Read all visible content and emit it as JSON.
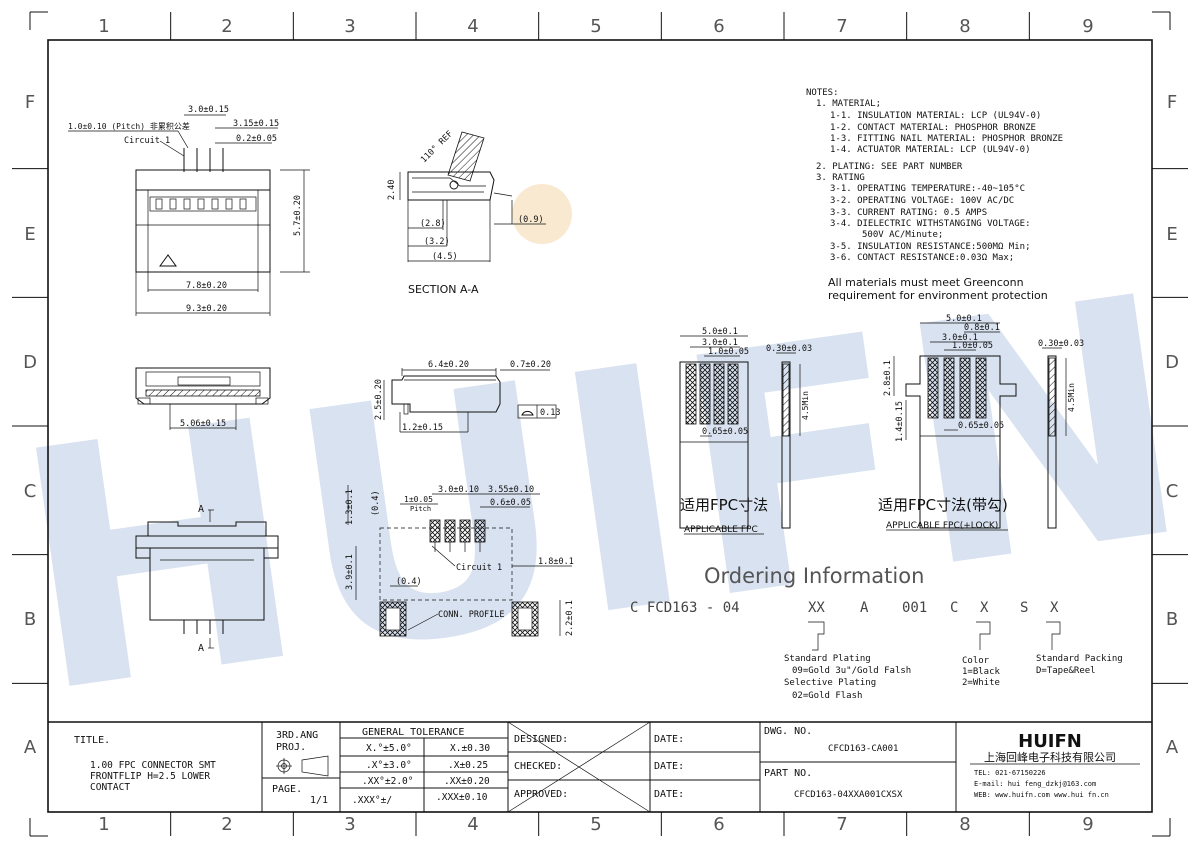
{
  "grid": {
    "columns": [
      "1",
      "2",
      "3",
      "4",
      "5",
      "6",
      "7",
      "8",
      "9"
    ],
    "rows": [
      "F",
      "E",
      "D",
      "C",
      "B",
      "A"
    ]
  },
  "watermark": {
    "text": "HUIFN",
    "color": "#c9d6ea"
  },
  "notes": {
    "heading": "NOTES:",
    "lines": [
      "1. MATERIAL;",
      "1-1. INSULATION MATERIAL: LCP (UL94V-0)",
      "1-2. CONTACT MATERIAL: PHOSPHOR BRONZE",
      "1-3. FITTING NAIL MATERIAL: PHOSPHOR BRONZE",
      "1-4. ACTUATOR MATERIAL: LCP (UL94V-0)",
      "2. PLATING: SEE PART NUMBER",
      "3. RATING",
      "3-1. OPERATING TEMPERATURE:-40~105°C",
      "3-2. OPERATING VOLTAGE: 100V AC/DC",
      "3-3. CURRENT RATING: 0.5 AMPS",
      "3-4. DIELECTRIC WITHSTANGING VOLTAGE:",
      "500V AC/Minute;",
      "3-5. INSULATION RESISTANCE:500MΩ Min;",
      "3-6. CONTACT RESISTANCE:0.03Ω Max;"
    ],
    "green1": "All materials must meet Greenconn",
    "green2": "requirement for environment protection"
  },
  "top_view": {
    "pitch": "1.0±0.10 (Pitch) 非累积公差",
    "d30": "3.0±0.15",
    "d315": "3.15±0.15",
    "d02": "0.2±0.05",
    "circuit1": "Circuit 1",
    "d57": "5.7±0.20",
    "d78": "7.8±0.20",
    "d93": "9.3±0.20"
  },
  "section": {
    "angle": "110° REF",
    "h240": "2.40",
    "d28": "(2.8)",
    "d32": "(3.2)",
    "d45": "(4.5)",
    "d09": "(0.9)",
    "label": "SECTION A-A"
  },
  "front_view": {
    "d506": "5.06±0.15"
  },
  "side_view": {
    "d64": "6.4±0.20",
    "d07": "0.7±0.20",
    "d25": "2.5±0.20",
    "d12": "1.2±0.15",
    "flat": "0.13"
  },
  "pcb": {
    "d13": "1.3±0.1",
    "d04a": "(0.4)",
    "pitch": "1±0.05",
    "pitch_word": "Pitch",
    "d30": "3.0±0.10",
    "d355": "3.55±0.10",
    "d06": "0.6±0.05",
    "d18": "1.8±0.1",
    "d39": "3.9±0.1",
    "d04b": "(0.4)",
    "circuit1": "Circuit 1",
    "profile": "CONN. PROFILE",
    "d22": "2.2±0.1"
  },
  "section_marker": {
    "a_top": "A",
    "a_bottom": "A"
  },
  "fpc1": {
    "d50": "5.0±0.1",
    "d30": "3.0±0.1",
    "d10": "1.0±0.05",
    "d065": "0.65±0.05",
    "d030": "0.30±0.03",
    "d45": "4.5Min",
    "title_cn": "适用FPC寸法",
    "title_en": "APPLICABLE FPC"
  },
  "fpc2": {
    "d50": "5.0±0.1",
    "d08": "0.8±0.1",
    "d30": "3.0±0.1",
    "d10": "1.0±0.05",
    "d28": "2.8±0.1",
    "d14": "1.4±0.15",
    "d065": "0.65±0.05",
    "d030": "0.30±0.03",
    "d45": "4.5Min",
    "title_cn": "适用FPC寸法(带勾)",
    "title_en": "APPLICABLE FPC(+LOCK)"
  },
  "ordering": {
    "title": "Ordering Information",
    "code": [
      "C FCD163 - 04",
      "XX",
      "A",
      "001",
      "C",
      "X",
      "S",
      "X"
    ],
    "plating": [
      "Standard Plating",
      "09=Gold 3u\"/Gold Falsh",
      "Selective Plating",
      "02=Gold Flash"
    ],
    "color": [
      "Color",
      "1=Black",
      "2=White"
    ],
    "packing": [
      "Standard Packing",
      "D=Tape&Reel"
    ]
  },
  "titleblock": {
    "title_label": "TITLE.",
    "title": [
      "1.00 FPC CONNECTOR SMT",
      "FRONTFLIP H=2.5 LOWER",
      "CONTACT"
    ],
    "proj": [
      "3RD.ANG",
      "PROJ."
    ],
    "page_label": "PAGE.",
    "page": "1/1",
    "tol_title": "GENERAL TOLERANCE",
    "tol": [
      [
        "X.°±5.0°",
        "X.±0.30"
      ],
      [
        ".X°±3.0°",
        ".X±0.25"
      ],
      [
        ".XX°±2.0°",
        ".XX±0.20"
      ],
      [
        ".XXX°±/",
        ".XXX±0.10"
      ]
    ],
    "designed": "DESIGNED:",
    "checked": "CHECKED:",
    "approved": "APPROVED:",
    "date": "DATE:",
    "dwg_label": "DWG. NO.",
    "dwg": "CFCD163-CA001",
    "part_label": "PART NO.",
    "part": "CFCD163-04XXA001CXSX",
    "company_logo": "HUIFN",
    "company": "上海回峰电子科技有限公司",
    "tel": "TEL: 021-67150226",
    "email": "E-mail: hui feng_dzkj@163.com",
    "web": "WEB: www.huifn.com  www.hui fn.cn"
  }
}
